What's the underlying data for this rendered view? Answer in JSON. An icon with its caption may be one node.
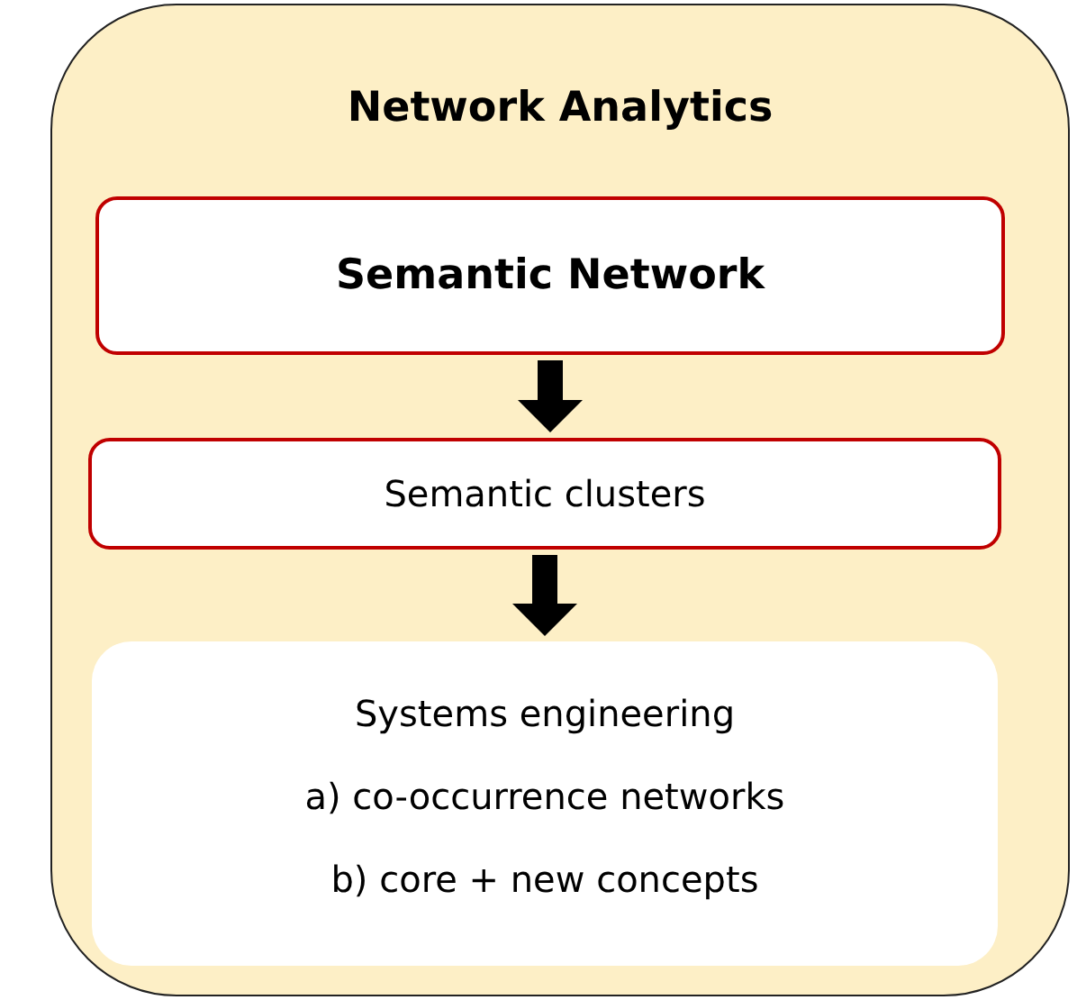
{
  "diagram": {
    "nodes": [
      {
        "text": [
          "Network Analytics"
        ]
      },
      {
        "text": [
          "Semantic Network"
        ],
        "in": 0
      },
      {
        "text": [
          "Semantic clusters"
        ],
        "in": 0
      },
      {
        "text": [
          "Systems engineering",
          "a) co-occurrence networks",
          "b) core + new concepts"
        ],
        "in": 0
      }
    ],
    "edges": [
      {
        "from": 1,
        "to": 2,
        "arrow": "to"
      },
      {
        "from": 2,
        "to": 3,
        "arrow": "to"
      }
    ]
  }
}
